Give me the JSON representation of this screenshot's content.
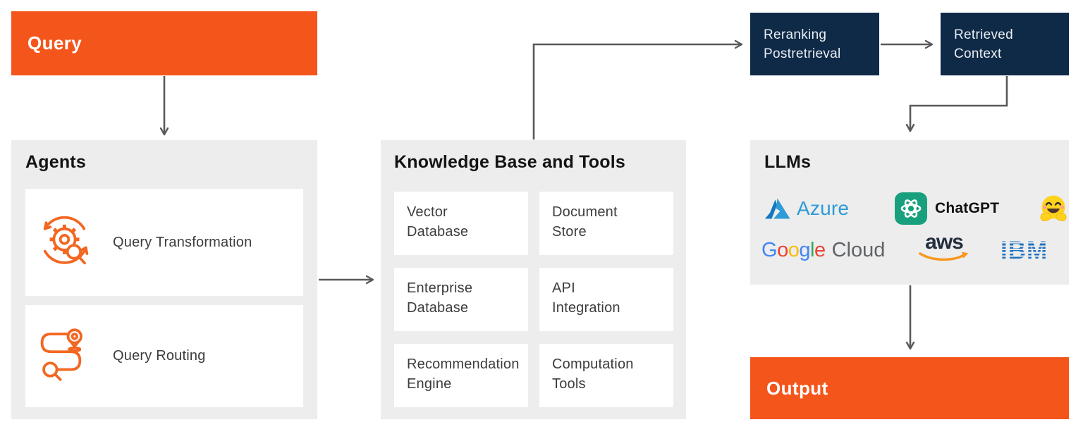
{
  "colors": {
    "orange": "#F4551B",
    "navy": "#0F2A47",
    "panel_gray": "#EDEDED",
    "card_white": "#FFFFFF",
    "arrow_gray": "#58595B",
    "heading_text": "#141414",
    "body_text": "#3C3C3C",
    "navy_box_text": "#E9EEF4",
    "icon_orange": "#F26722",
    "azure_blue_dark": "#1577BE",
    "azure_blue": "#2E9BD6",
    "chatgpt_green": "#18A07E",
    "google_letters": [
      "#4285F4",
      "#EA4335",
      "#FBBC05",
      "#4285F4",
      "#34A853",
      "#EA4335"
    ],
    "google_cloud_gray": "#5F6368",
    "aws_dark": "#232F3E",
    "aws_orange": "#F7981F",
    "ibm_blue": "#1F70C1",
    "hf_yellow": "#FFD21E"
  },
  "nodes": {
    "query": {
      "label": "Query"
    },
    "agents": {
      "title": "Agents",
      "cards": [
        {
          "label": "Query Transformation",
          "icon": "query-transformation-icon"
        },
        {
          "label": "Query Routing",
          "icon": "query-routing-icon"
        }
      ]
    },
    "knowledge_base": {
      "title": "Knowledge Base and Tools",
      "cards": [
        "Vector\nDatabase",
        "Document\nStore",
        "Enterprise\nDatabase",
        "API\nIntegration",
        "Recommendation\nEngine",
        "Computation\nTools"
      ]
    },
    "reranking": {
      "label": "Reranking\nPostretrieval"
    },
    "retrieved_context": {
      "label": "Retrieved\nContext"
    },
    "llms": {
      "title": "LLMs",
      "providers": [
        "Azure",
        "ChatGPT",
        "Hugging Face",
        "Google Cloud",
        "AWS",
        "IBM"
      ],
      "azure_text": "Azure",
      "chatgpt_text": "ChatGPT",
      "google_letters": [
        "G",
        "o",
        "o",
        "g",
        "l",
        "e"
      ],
      "cloud_text": "Cloud",
      "aws_text": "aws",
      "ibm_text": "IBM"
    },
    "output": {
      "label": "Output"
    }
  }
}
